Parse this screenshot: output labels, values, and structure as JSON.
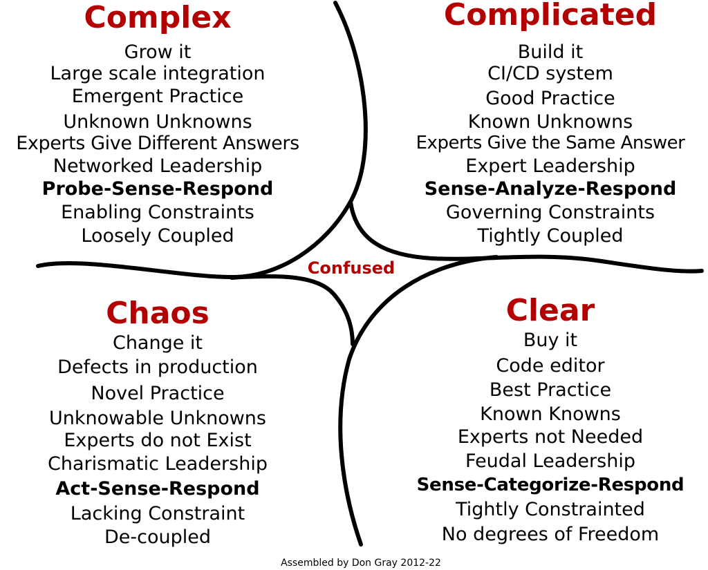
{
  "colors": {
    "title": "#b30000",
    "text": "#000000",
    "line": "#000000",
    "background": "#ffffff"
  },
  "center_label": "Confused",
  "credit": "Assembled by Don Gray 2012-22",
  "quadrants": {
    "complex": {
      "title": "Complex",
      "items": [
        "Grow it",
        "Large scale integration",
        "Emergent Practice",
        "Unknown Unknowns",
        "Experts Give Different Answers",
        "Networked Leadership",
        "Probe-Sense-Respond",
        "Enabling Constraints",
        "Loosely Coupled"
      ],
      "bold_item": "Probe-Sense-Respond"
    },
    "complicated": {
      "title": "Complicated",
      "items": [
        "Build it",
        "CI/CD system",
        "Good Practice",
        "Known Unknowns",
        "Experts Give the Same Answer",
        "Expert Leadership",
        "Sense-Analyze-Respond",
        "Governing Constraints",
        "Tightly Coupled"
      ],
      "bold_item": "Sense-Analyze-Respond"
    },
    "chaos": {
      "title": "Chaos",
      "items": [
        "Change it",
        "Defects in production",
        "Novel Practice",
        "Unknowable Unknowns",
        "Experts do not Exist",
        "Charismatic Leadership",
        "Act-Sense-Respond",
        "Lacking Constraint",
        "De-coupled"
      ],
      "bold_item": "Act-Sense-Respond"
    },
    "clear": {
      "title": "Clear",
      "items": [
        "Buy it",
        "Code editor",
        "Best Practice",
        "Known Knowns",
        "Experts not Needed",
        "Feudal Leadership",
        "Sense-Categorize-Respond",
        "Tightly Constrainted",
        "No degrees of Freedom"
      ],
      "bold_item": "Sense-Categorize-Respond"
    }
  }
}
